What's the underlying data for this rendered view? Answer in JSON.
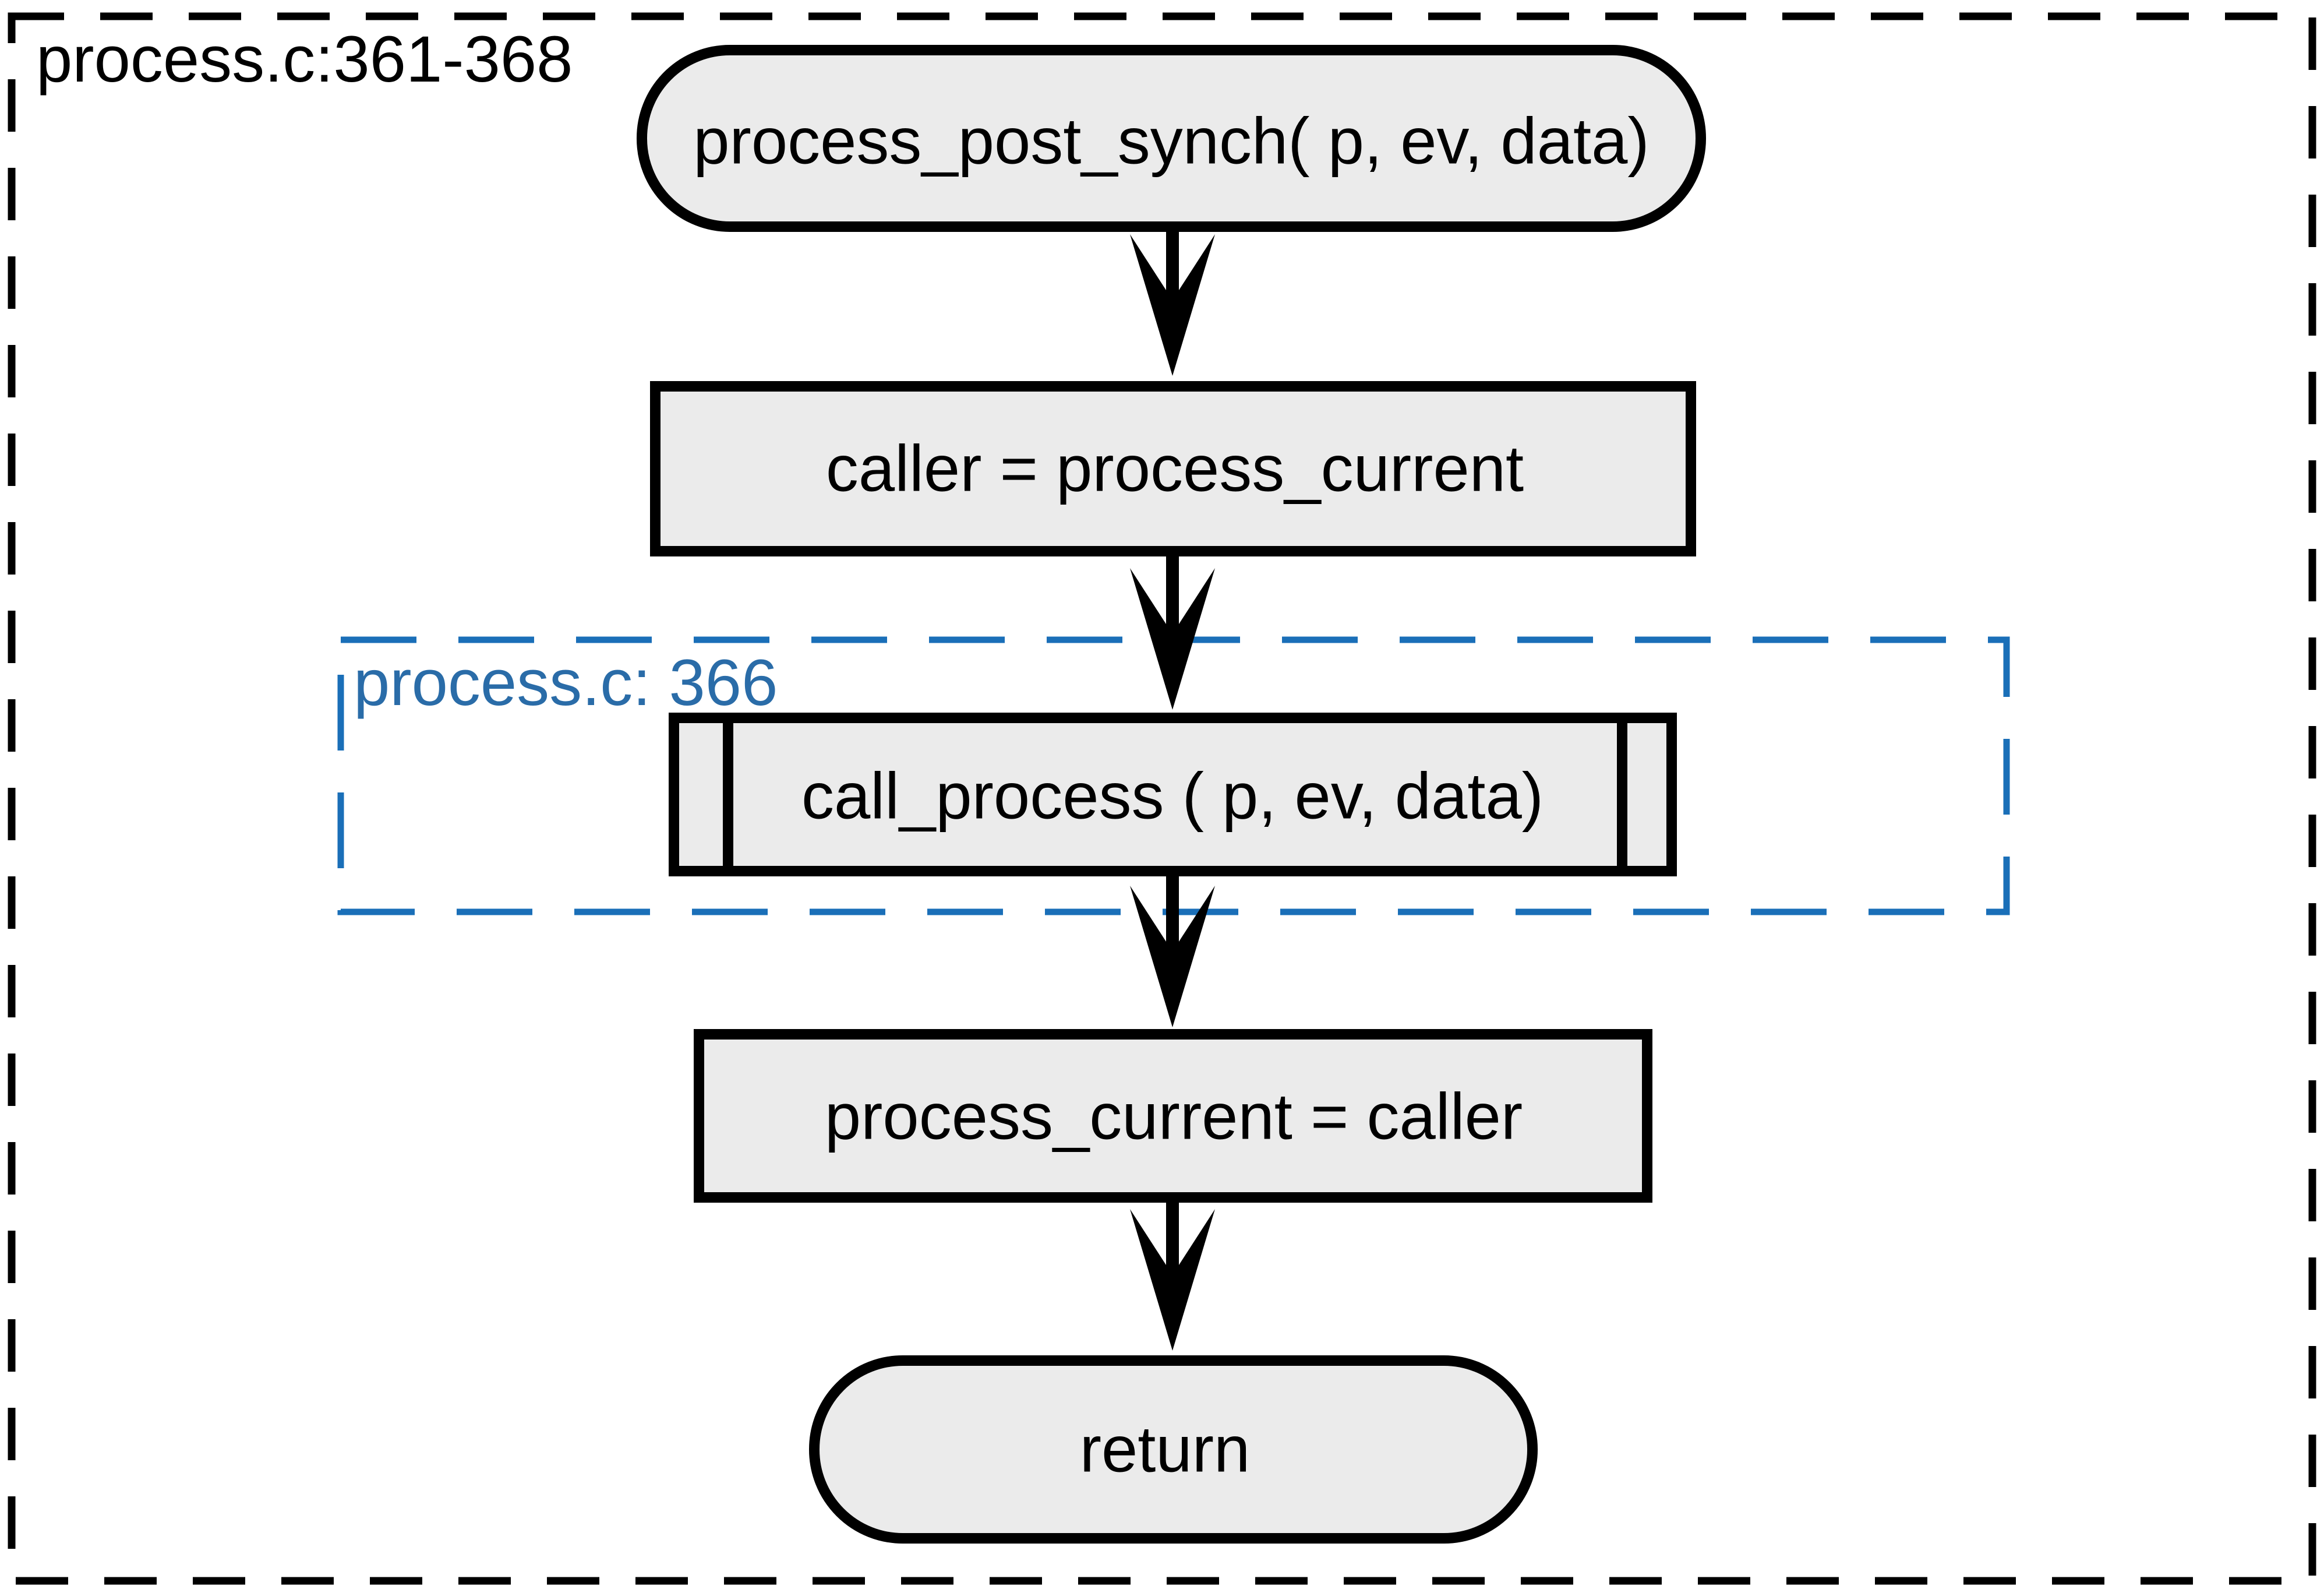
{
  "outer_frame": {
    "label": "process.c:361-368",
    "border_color": "#000000"
  },
  "inner_frame": {
    "label": "process.c: 366",
    "border_color": "#1a6fb8",
    "label_color": "#2a6ca8"
  },
  "nodes": {
    "start": {
      "label": "process_post_synch( p, ev, data)",
      "shape": "terminator"
    },
    "assign_caller": {
      "label": "caller = process_current",
      "shape": "process"
    },
    "call_process": {
      "label": "call_process ( p, ev, data)",
      "shape": "predefined-process"
    },
    "restore_current": {
      "label": "process_current = caller",
      "shape": "process"
    },
    "end": {
      "label": "return",
      "shape": "terminator"
    }
  },
  "colors": {
    "node_fill": "#ebebeb",
    "node_stroke": "#000000",
    "arrow": "#000000"
  }
}
